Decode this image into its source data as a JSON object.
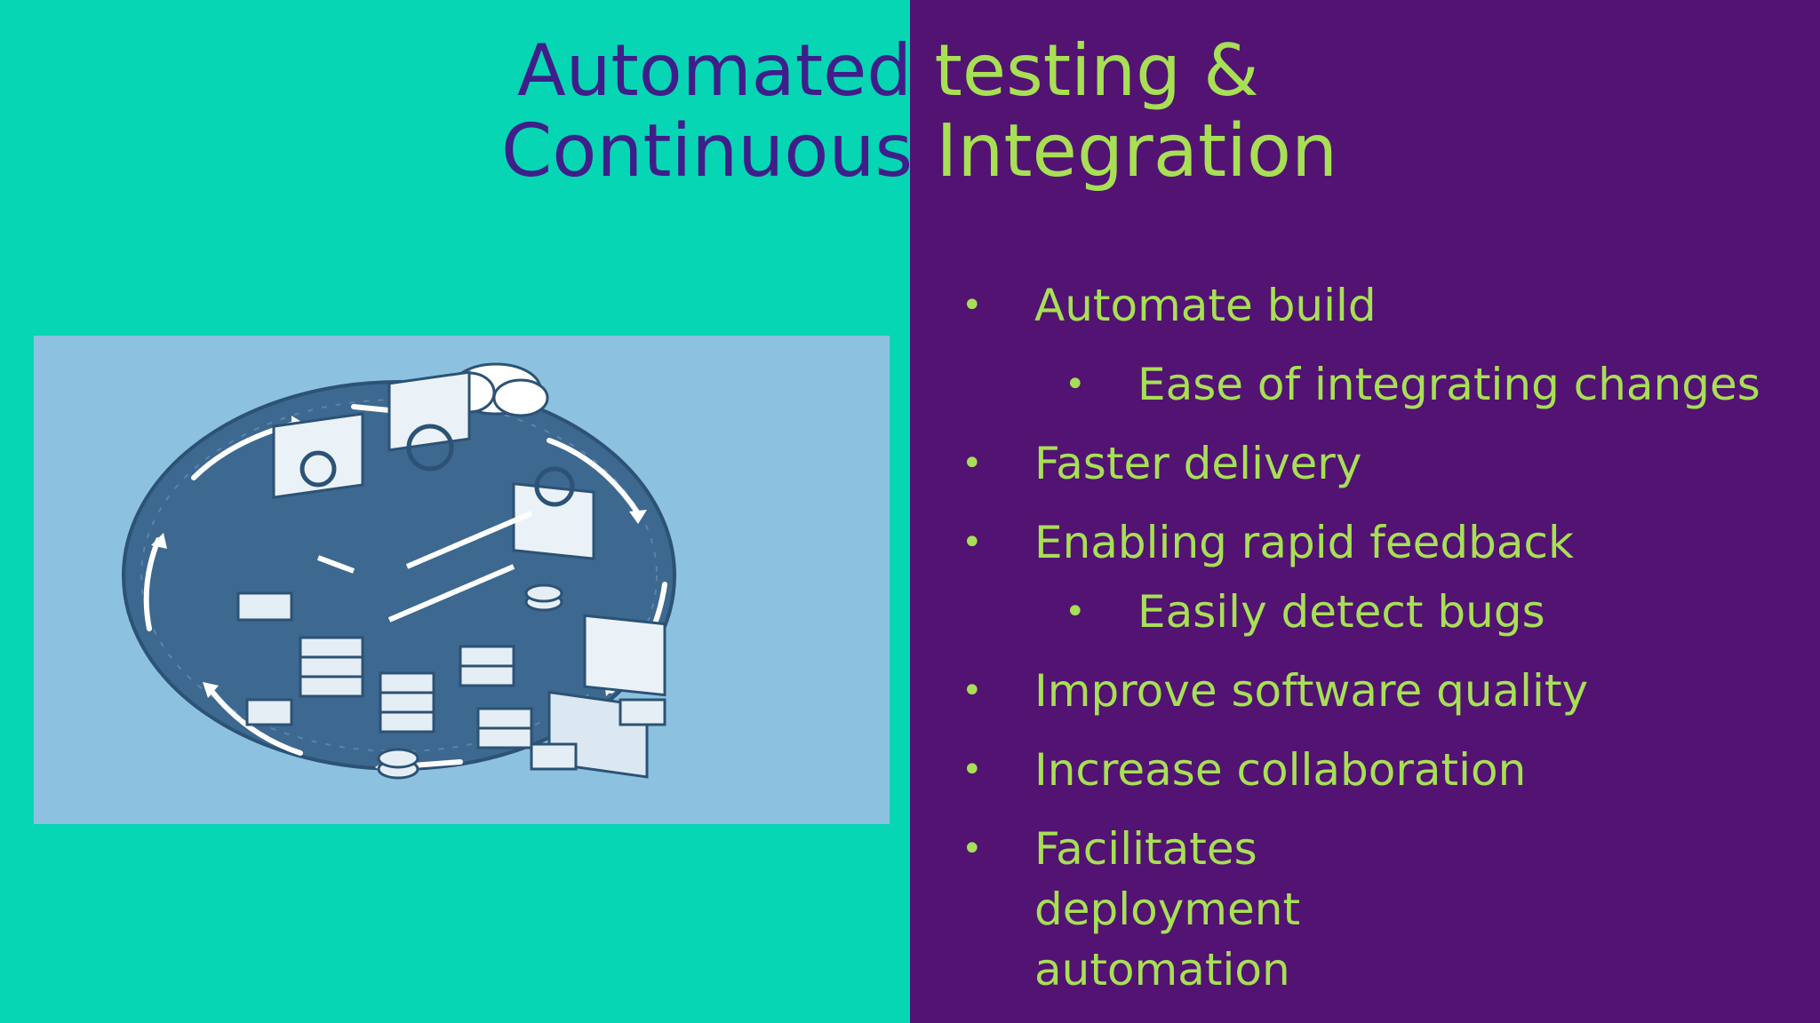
{
  "slide": {
    "title_line1_a": "Automated ",
    "title_line1_b": "testing &",
    "title_line2_a": "Continuous ",
    "title_line2_b": "Integration",
    "colors": {
      "left_background": "#06d6b4",
      "right_background": "#521373",
      "title_dark": "#3f1e8a",
      "accent_green": "#a7e054",
      "illustration_background": "#8dc1e0"
    },
    "illustration_icon": "ci-pipeline-illustration",
    "bullets": [
      {
        "level": 1,
        "text": "Automate build"
      },
      {
        "level": 2,
        "text": "Ease of integrating changes"
      },
      {
        "level": 1,
        "text": "Faster delivery"
      },
      {
        "level": 1,
        "text": "Enabling rapid feedback"
      },
      {
        "level": 2,
        "text": "Easily detect bugs"
      },
      {
        "level": 1,
        "text": "Improve software quality"
      },
      {
        "level": 1,
        "text": "Increase collaboration"
      },
      {
        "level": 1,
        "text": "Facilitates deployment automation"
      }
    ]
  }
}
